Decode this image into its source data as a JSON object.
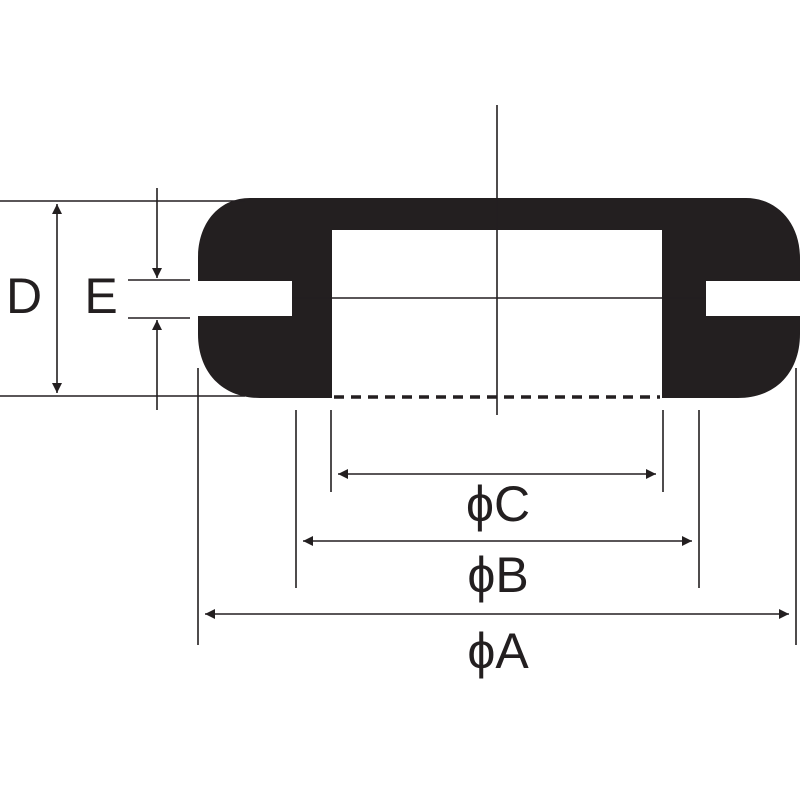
{
  "labels": {
    "D": "D",
    "E": "E",
    "C": "ϕC",
    "B": "ϕB",
    "A": "ϕA"
  },
  "colors": {
    "ink": "#231f20",
    "background": "#ffffff"
  }
}
